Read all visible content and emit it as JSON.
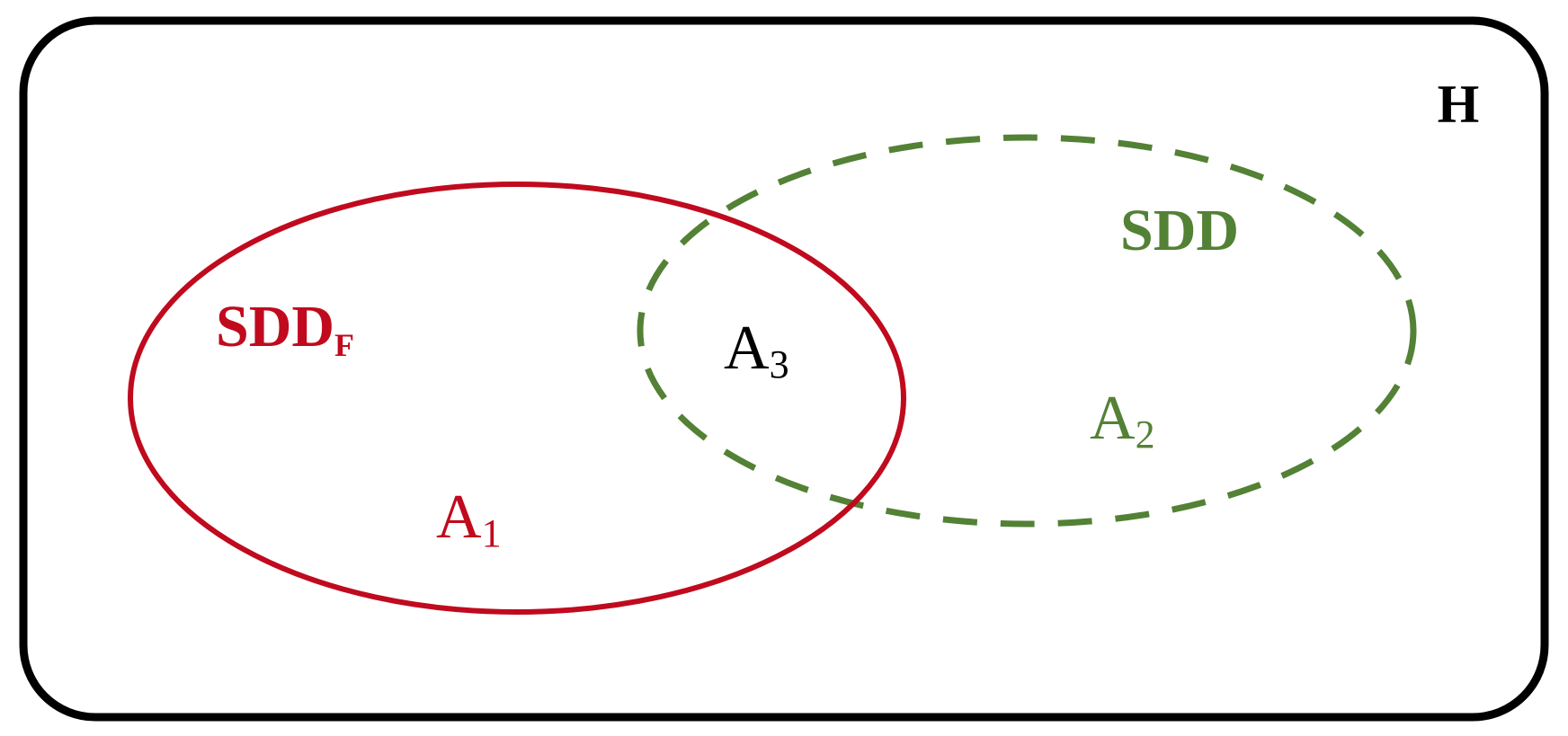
{
  "colors": {
    "frame": "#000000",
    "sdd_f": "#c00a1e",
    "sdd": "#538135",
    "intersection_text": "#000000"
  },
  "diagram": {
    "universe_label": "H",
    "set_sdd_f": {
      "name_main": "SDD",
      "name_sub": "F",
      "region_main": "A",
      "region_sub": "1"
    },
    "set_sdd": {
      "name": "SDD",
      "region_main": "A",
      "region_sub": "2"
    },
    "intersection": {
      "region_main": "A",
      "region_sub": "3"
    }
  }
}
